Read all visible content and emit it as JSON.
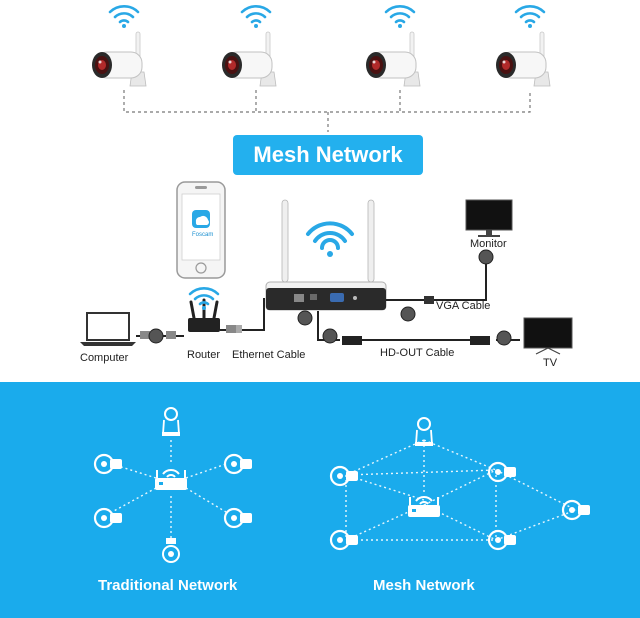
{
  "banner": {
    "title": "Mesh Network"
  },
  "devices": {
    "computer": "Computer",
    "router": "Router",
    "ethernet_cable": "Ethernet Cable",
    "hdout_cable": "HD-OUT Cable",
    "tv": "TV",
    "vga_cable": "VGA Cable",
    "monitor": "Monitor",
    "app_name": "Foscam"
  },
  "networks": {
    "traditional": "Traditional Network",
    "mesh": "Mesh Network"
  },
  "colors": {
    "accent": "#23b0ee",
    "bottom_bg": "#1aabec",
    "camera_lens": "#b12a2a"
  }
}
